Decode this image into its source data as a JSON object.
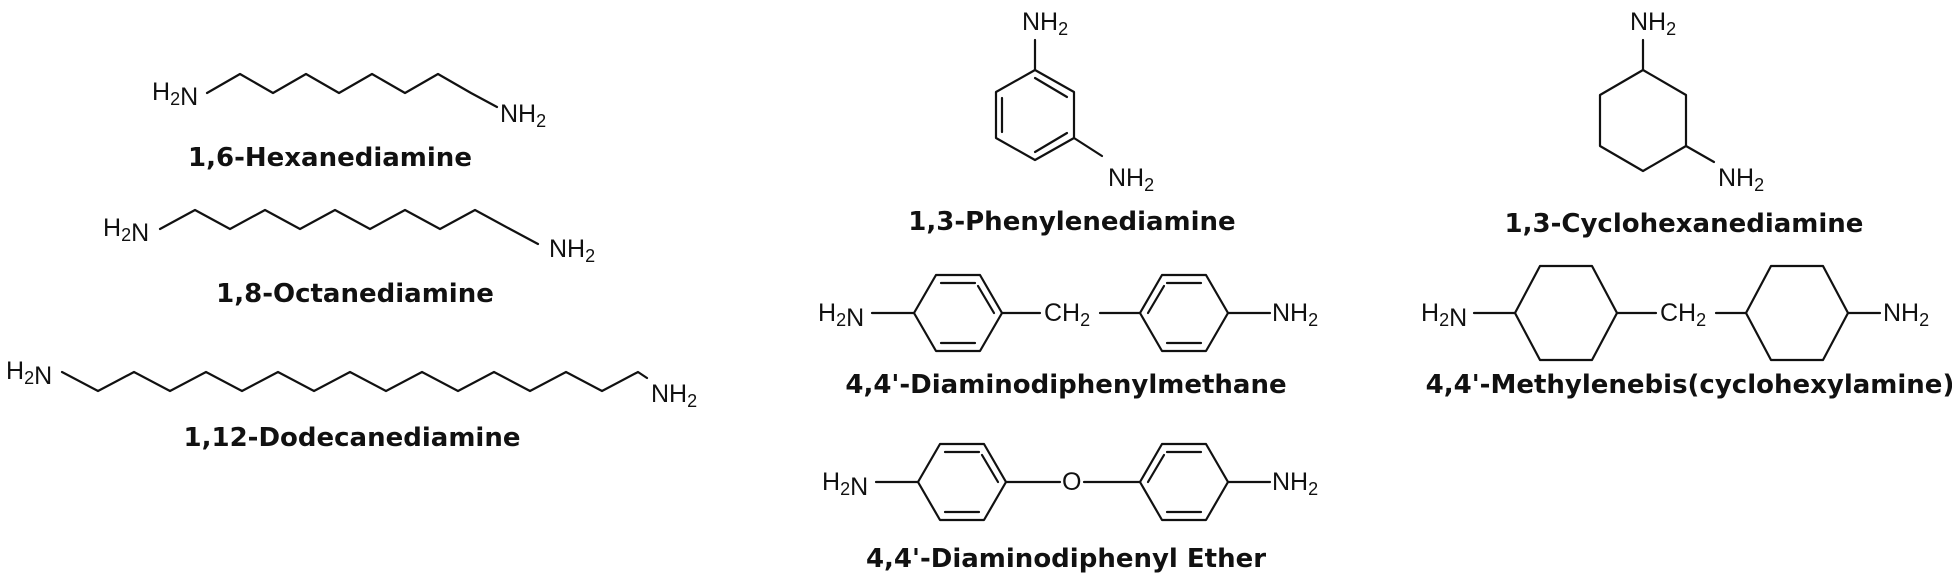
{
  "atoms": {
    "amine_left": "H2N",
    "amine_right": "NH2",
    "methylene": "CH2",
    "oxygen": "O"
  },
  "molecules": [
    {
      "id": "hexanediamine",
      "name": "1,6-Hexanediamine"
    },
    {
      "id": "octanediamine",
      "name": "1,8-Octanediamine"
    },
    {
      "id": "dodecanediamine",
      "name": "1,12-Dodecanediamine"
    },
    {
      "id": "phenylenediamine",
      "name": "1,3-Phenylenediamine"
    },
    {
      "id": "diaminodiphenylmethane",
      "name": "4,4'-Diaminodiphenylmethane"
    },
    {
      "id": "diaminodiphenyl-ether",
      "name": "4,4'-Diaminodiphenyl Ether"
    },
    {
      "id": "cyclohexanediamine",
      "name": "1,3-Cyclohexanediamine"
    },
    {
      "id": "methylenebis-cyclohexylamine",
      "name": "4,4'-Methylenebis(cyclohexylamine)"
    }
  ]
}
